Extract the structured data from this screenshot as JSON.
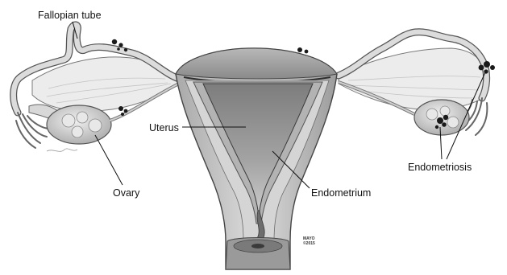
{
  "labels": {
    "fallopian_tube": "Fallopian tube",
    "uterus": "Uterus",
    "ovary": "Ovary",
    "endometrium": "Endometrium",
    "endometriosis": "Endometriosis"
  },
  "signature": {
    "line1": "MAYO",
    "line2": "©2015"
  },
  "colors": {
    "tissue_light": "#e4e4e4",
    "tissue_mid": "#bdbdbd",
    "tissue_dark": "#7a7a7a",
    "cavity": "#8f8f8f",
    "lesion": "#1a1a1a",
    "outline": "#444444"
  }
}
